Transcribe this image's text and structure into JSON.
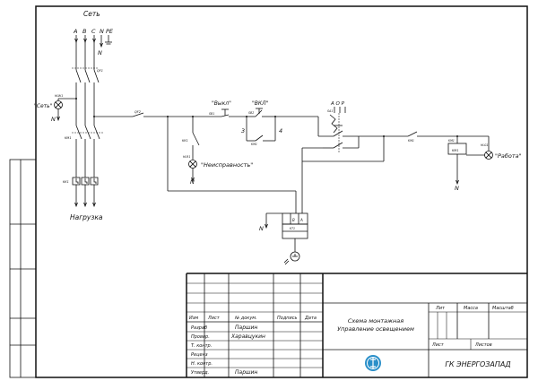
{
  "network": {
    "label": "Сеть",
    "phases": [
      "A",
      "B",
      "C",
      "N",
      "PE"
    ],
    "n_below": "N"
  },
  "load_label": "Нагрузка",
  "indicators": {
    "network_lamp": "\"Сеть\"",
    "network_lamp_tag": "HLW1",
    "network_n": "N",
    "fault_lamp": "\"Неисправность\"",
    "fault_lamp_tag": "HLR1",
    "fault_n": "N",
    "work_lamp": "\"Работа\"",
    "work_lamp_tag": "HLG1",
    "work_n": "N"
  },
  "buttons": {
    "off_label": "\"Выкл\"",
    "off_tag": "SB1",
    "on_label": "\"ВКЛ\"",
    "on_tag": "SB2",
    "term_3": "3",
    "term_4": "4"
  },
  "selector": {
    "positions": "А О Р",
    "tag": "SA1"
  },
  "device_tags": {
    "qf1": "QF1",
    "qf2": "QF2",
    "km1_main": "KM1",
    "km1_aux": "KM1",
    "kk1_relay": "KK1",
    "kk1_contact": "KK1",
    "km1_contact2": "KM1",
    "km1_coil": "KM1",
    "km1_coil_tag": "KM1"
  },
  "timer": {
    "n_label": "N",
    "terminal_a": "B",
    "terminal_b": "A",
    "tag": "KT1"
  },
  "title_block": {
    "headers": [
      "Изм",
      "Лист",
      "№ докум.",
      "Подпись",
      "Дата"
    ],
    "roles": [
      "Разраб",
      "Провер.",
      "Т. контр.",
      "Реценз",
      "Н. контр.",
      "Утверд."
    ],
    "names": [
      "Паршин",
      "Харавцукин",
      "",
      "",
      "",
      "Паршин"
    ],
    "document_title": "Схема монтажная Управление освещением",
    "title_line1": "Схема монтажная",
    "title_line2": "Управление освещением",
    "stage_labels": [
      "Лит",
      "Масса",
      "Масштаб"
    ],
    "sheet_labels": [
      "Лист",
      "Листов"
    ],
    "organization": "ГК ЭНЕРГОЗАПАД"
  }
}
